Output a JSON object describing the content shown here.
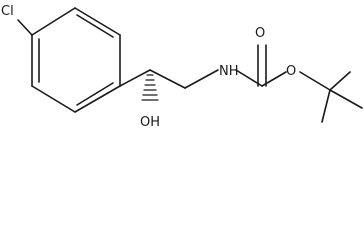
{
  "molecule": {
    "labels": {
      "chlorine": "Cl",
      "hydroxyl": "OH",
      "amine": "NH",
      "carbonyl_oxygen": "O",
      "ester_oxygen": "O"
    },
    "bond_color": "#1a1a1a",
    "background": "#ffffff"
  }
}
